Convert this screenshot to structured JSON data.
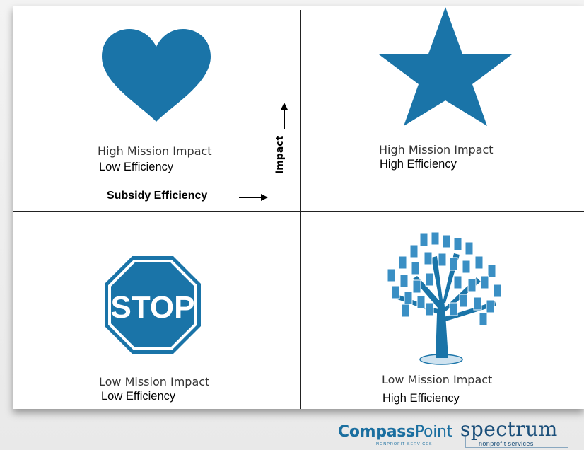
{
  "quadrants": {
    "top_left": {
      "title": "High Mission Impact",
      "subtitle": "Low Efficiency",
      "icon": "heart-icon"
    },
    "top_right": {
      "title": "High Mission Impact",
      "subtitle": "High Efficiency",
      "icon": "star-icon"
    },
    "bottom_left": {
      "title": "Low Mission Impact",
      "subtitle": "Low Efficiency",
      "icon": "stop-sign-icon",
      "sign_text": "STOP"
    },
    "bottom_right": {
      "title": "Low Mission Impact",
      "subtitle": "High Efficiency",
      "icon": "money-tree-icon"
    }
  },
  "axes": {
    "x_label": "Subsidy Efficiency",
    "y_label": "Impact"
  },
  "logos": {
    "left_name_a": "Compass",
    "left_name_b": "Point",
    "left_tagline": "NONPROFIT SERVICES",
    "right_name": "spectrum",
    "right_tagline": "nonprofit services"
  },
  "colors": {
    "icon_blue": "#1a74a8",
    "line": "#222222"
  }
}
